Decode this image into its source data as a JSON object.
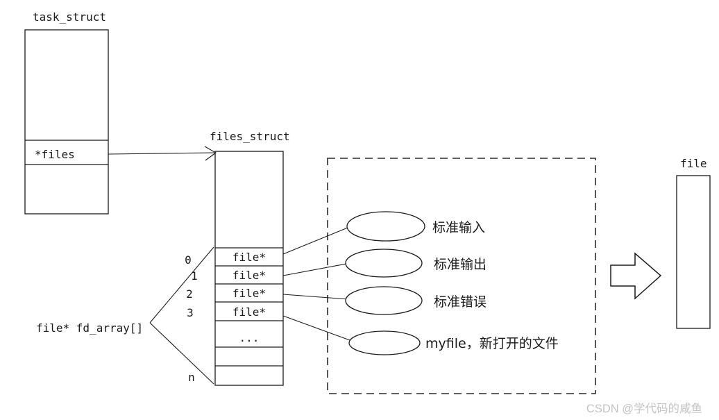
{
  "diagram": {
    "task_struct": {
      "title": "task_struct",
      "files_field": "*files"
    },
    "files_struct": {
      "title": "files_struct",
      "array_label": "file* fd_array[]",
      "fd_rows": [
        {
          "index": "0",
          "label": "file*"
        },
        {
          "index": "1",
          "label": "file*"
        },
        {
          "index": "2",
          "label": "file*"
        },
        {
          "index": "3",
          "label": "file*"
        }
      ],
      "ellipsis_row": "...",
      "last_index": "n"
    },
    "open_files": [
      {
        "label": "标准输入"
      },
      {
        "label": "标准输出"
      },
      {
        "label": "标准错误"
      },
      {
        "label": "myfile，新打开的文件"
      }
    ],
    "file_object": {
      "title": "file"
    },
    "watermark": "CSDN @学代码的咸鱼",
    "colors": {
      "line": "#1a1a1a",
      "background": "#ffffff",
      "watermark": "#c3c3c3"
    }
  }
}
